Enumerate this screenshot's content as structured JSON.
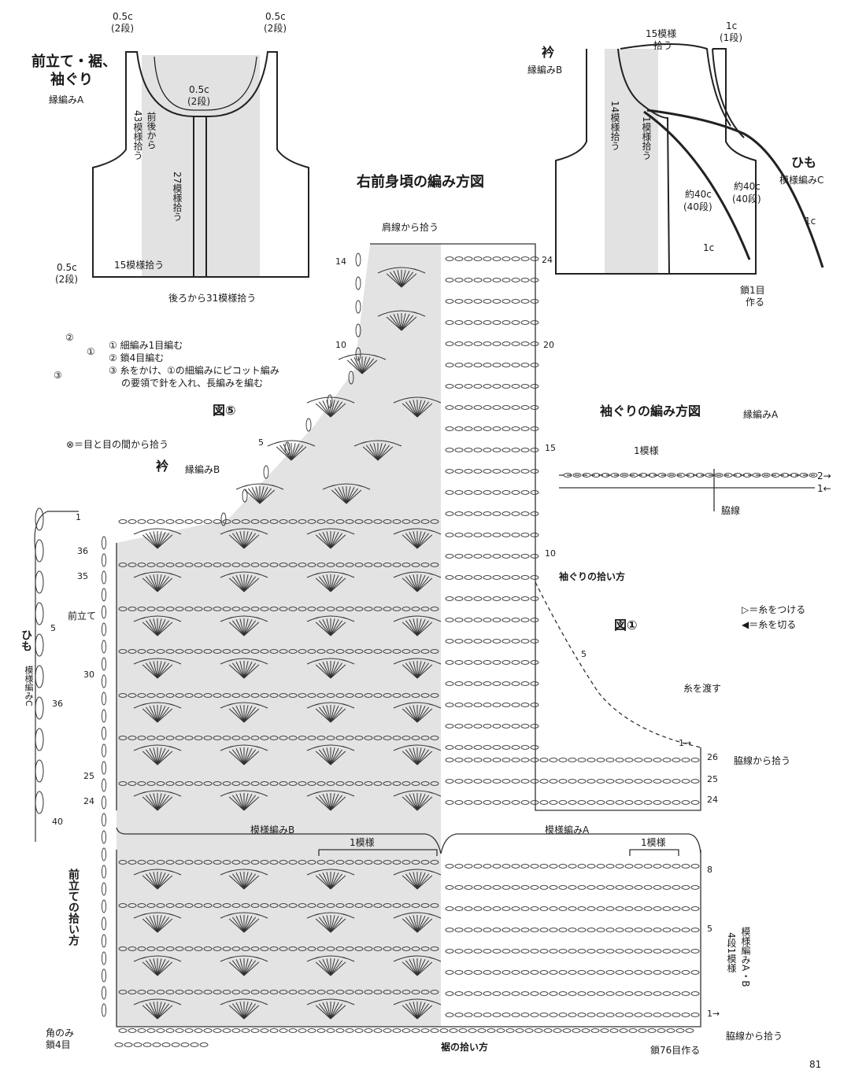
{
  "page_number": "81",
  "main_title": "右前身頃の編み方図",
  "fig1_label": "図①",
  "fig5_label": "図⑤",
  "legend": {
    "attach": "▷＝糸をつける",
    "cut": "◀＝糸を切る",
    "between": "⊗＝目と目の間から拾う",
    "picot_1": "①",
    "picot_2": "②",
    "picot_3": "③",
    "picot_steps": [
      "① 細編み1目編む",
      "② 鎖4目編む",
      "③ 糸をかけ、①の細編みにピコット編み",
      "の要領で針を入れ、長編みを編む"
    ]
  },
  "schematic_front": {
    "title": "前立て・裾、",
    "title2": "袖ぐり",
    "sub": "縁編みA",
    "dim_top_left": "0.5c",
    "dim_top_left_rows": "(2段)",
    "dim_top_right": "0.5c",
    "dim_top_right_rows": "(2段)",
    "dim_center": "0.5c",
    "dim_center_rows": "(2段)",
    "dim_bottom_left": "0.5c",
    "dim_bottom_left_rows": "(2段)",
    "armhole_pick": "43模様拾う",
    "armhole_pick_prefix": "前後から",
    "band_pick": "27模様拾う",
    "hem_pick": "15模様拾う",
    "back_pick": "後ろから31模様拾う"
  },
  "schematic_collar": {
    "title": "衿",
    "sub": "縁編みB",
    "top_pick": "15模様",
    "top_pick2": "拾う",
    "dim_1c": "1c",
    "dim_1c_rows": "(1段)",
    "side_pick": "14模様拾う",
    "one_pattern": "1模様拾う",
    "tie_title": "ひも",
    "tie_sub": "模様編みC",
    "len_a": "約40c",
    "len_a_rows": "(40段)",
    "len_b": "約40c",
    "len_b_rows": "(40段)",
    "dim_1c_b": "1c",
    "dim_1c_c": "1c",
    "chain": "鎖1目",
    "chain2": "作る"
  },
  "armhole_chart": {
    "title": "袖ぐりの編み方図",
    "sub": "縁編みA",
    "one_pattern": "1模様",
    "side_line": "脇線",
    "row2": "2→",
    "row1": "1←"
  },
  "main_chart": {
    "shoulder_pick": "肩線から拾う",
    "collar_label": "衿",
    "collar_sub": "縁編みB",
    "tie_label": "ひも",
    "tie_pattern": "模様編みC",
    "front_band": "前立て",
    "armhole_pick": "袖ぐりの拾い方",
    "carry_yarn": "糸を渡す",
    "side_pick_upper": "脇線から拾う",
    "side_pick_lower": "脇線から拾う",
    "pattern_b": "模様編みB",
    "pattern_a": "模様編みA",
    "one_pattern_b": "1模様",
    "one_pattern_a": "1模様",
    "front_band_pick": "前立ての拾い方",
    "hem_pick": "裾の拾い方",
    "chain76": "鎖76目作る",
    "corner": "角のみ",
    "corner2": "鎖4目",
    "repeat_note": "模様編みA・B",
    "repeat_note2": "4段1模様",
    "row_numbers_left": [
      "36",
      "35",
      "30",
      "25",
      "24"
    ],
    "row_numbers_collar": [
      "14",
      "10",
      "5",
      "1"
    ],
    "row_numbers_right_upper": [
      "24",
      "20",
      "15",
      "10",
      "5"
    ],
    "row_numbers_right_mid": [
      "26",
      "25",
      "24"
    ],
    "row_numbers_right_lower": [
      "8",
      "5",
      "1→"
    ],
    "tie_rows": [
      "5",
      "36",
      "40"
    ],
    "arrow_1": "1→"
  }
}
